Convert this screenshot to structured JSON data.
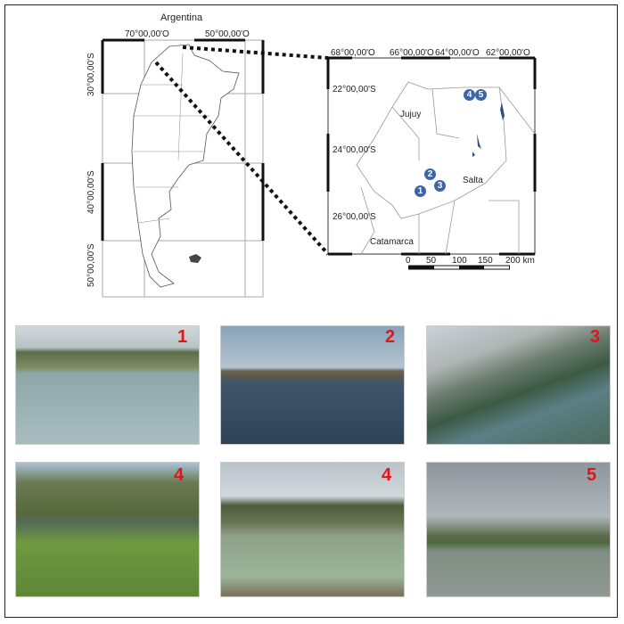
{
  "overview_map": {
    "title": "Argentina",
    "lon_labels": [
      "70°00,00'O",
      "50°00,00'O"
    ],
    "lat_labels": [
      "30°00,00'S",
      "40°00,00'S",
      "50°00,00'S"
    ]
  },
  "inset_map": {
    "lon_labels": [
      "68°00,00'O",
      "66°00,00'O",
      "64°00,00'O",
      "62°00,00'O"
    ],
    "lat_labels": [
      "22°00,00'S",
      "24°00,00'S",
      "26°00,00'S"
    ],
    "provinces": [
      "Jujuy",
      "Salta",
      "Catamarca"
    ],
    "sites": [
      "1",
      "2",
      "3",
      "4",
      "5"
    ],
    "site_color": "#3d63a8",
    "scale_labels": [
      "0",
      "50",
      "100",
      "150",
      "200 km"
    ]
  },
  "photos": [
    {
      "label": "1"
    },
    {
      "label": "2"
    },
    {
      "label": "3"
    },
    {
      "label": "4"
    },
    {
      "label": "4"
    },
    {
      "label": "5"
    }
  ],
  "label_color": "#e3141b"
}
